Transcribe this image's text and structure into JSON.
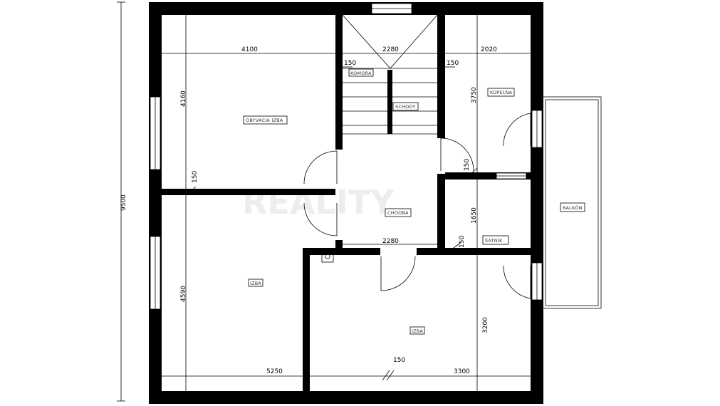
{
  "plan": {
    "overall_height": "9500",
    "dimensions": {
      "living_width": "4100",
      "stair_width_top": "2280",
      "bath_width": "2020",
      "living_depth": "4160",
      "bath_depth": "3750",
      "wall_150_a": "150",
      "wall_150_b": "150",
      "wall_150_c": "150",
      "wall_150_d": "150",
      "wall_150_e": "150",
      "wall_150_f": "150",
      "closet_depth": "1650",
      "stair_width_bottom": "2280",
      "room_depth": "4590",
      "room2_depth": "3200",
      "bottom_left_width": "5250",
      "bottom_right_width": "3300"
    },
    "rooms": {
      "living": "OBÝVACIA IZBA",
      "storage": "KOMORA",
      "stairs": "SCHODY",
      "bath": "KÚPEĽŇA",
      "hall": "CHODBA",
      "balcony": "BALKÓN",
      "closet": "ŠATNÍK",
      "room1": "IZBA",
      "room2": "IZBA"
    },
    "watermark": "REALITY"
  }
}
